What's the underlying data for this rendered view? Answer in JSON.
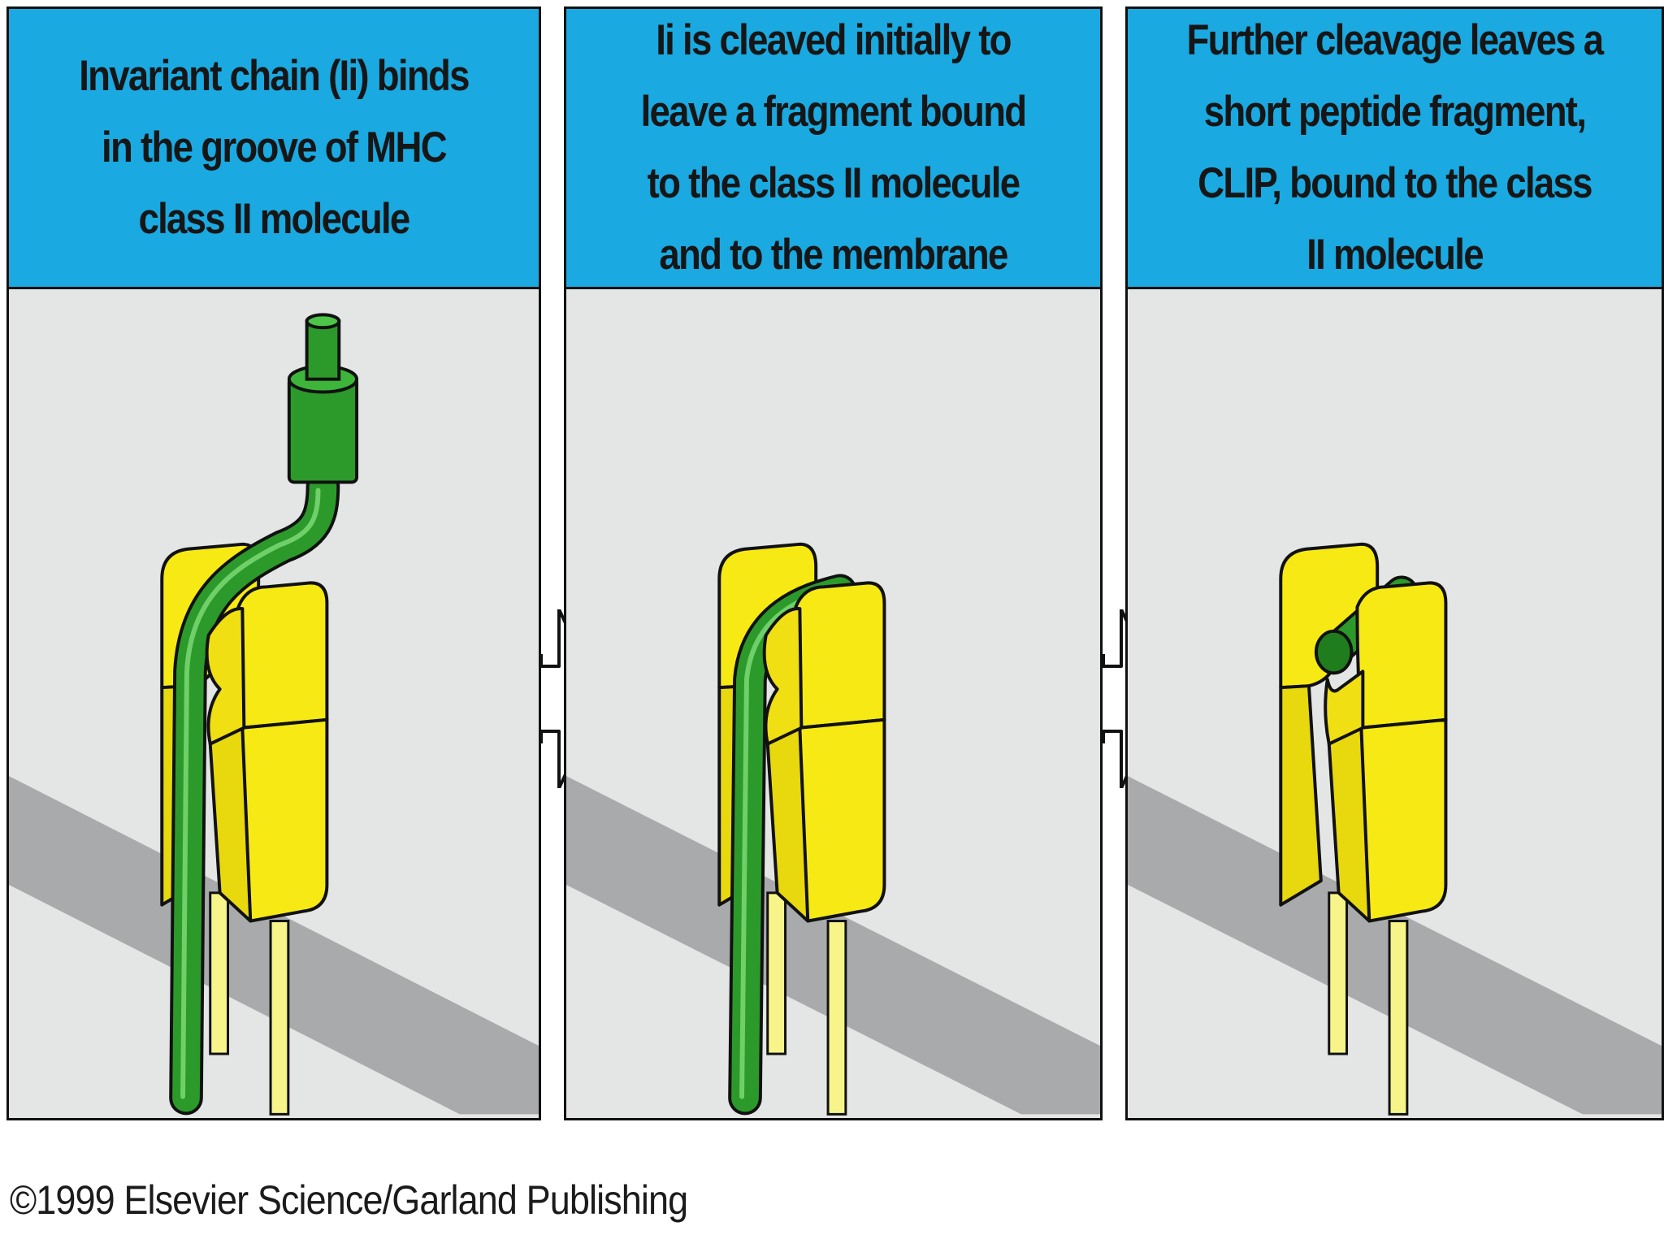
{
  "panels": [
    {
      "caption": "Invariant chain (Ii) binds in the groove of MHC class II molecule"
    },
    {
      "caption": "Ii is cleaved initially to leave a fragment bound to the class II molecule and to the membrane"
    },
    {
      "caption": "Further cleavage leaves a short peptide fragment, CLIP, bound to the class II molecule"
    }
  ],
  "footer": {
    "copyright": "©1999 Elsevier Science/Garland Publishing"
  },
  "colors": {
    "caption_bg": "#1aa9e0",
    "panel_bg": "#e4e5e5",
    "membrane_shadow": "#a8aaab",
    "mhc_yellow": "#f7ea14",
    "invariant_chain_green": "#2c9a2a",
    "outline": "#111111"
  }
}
